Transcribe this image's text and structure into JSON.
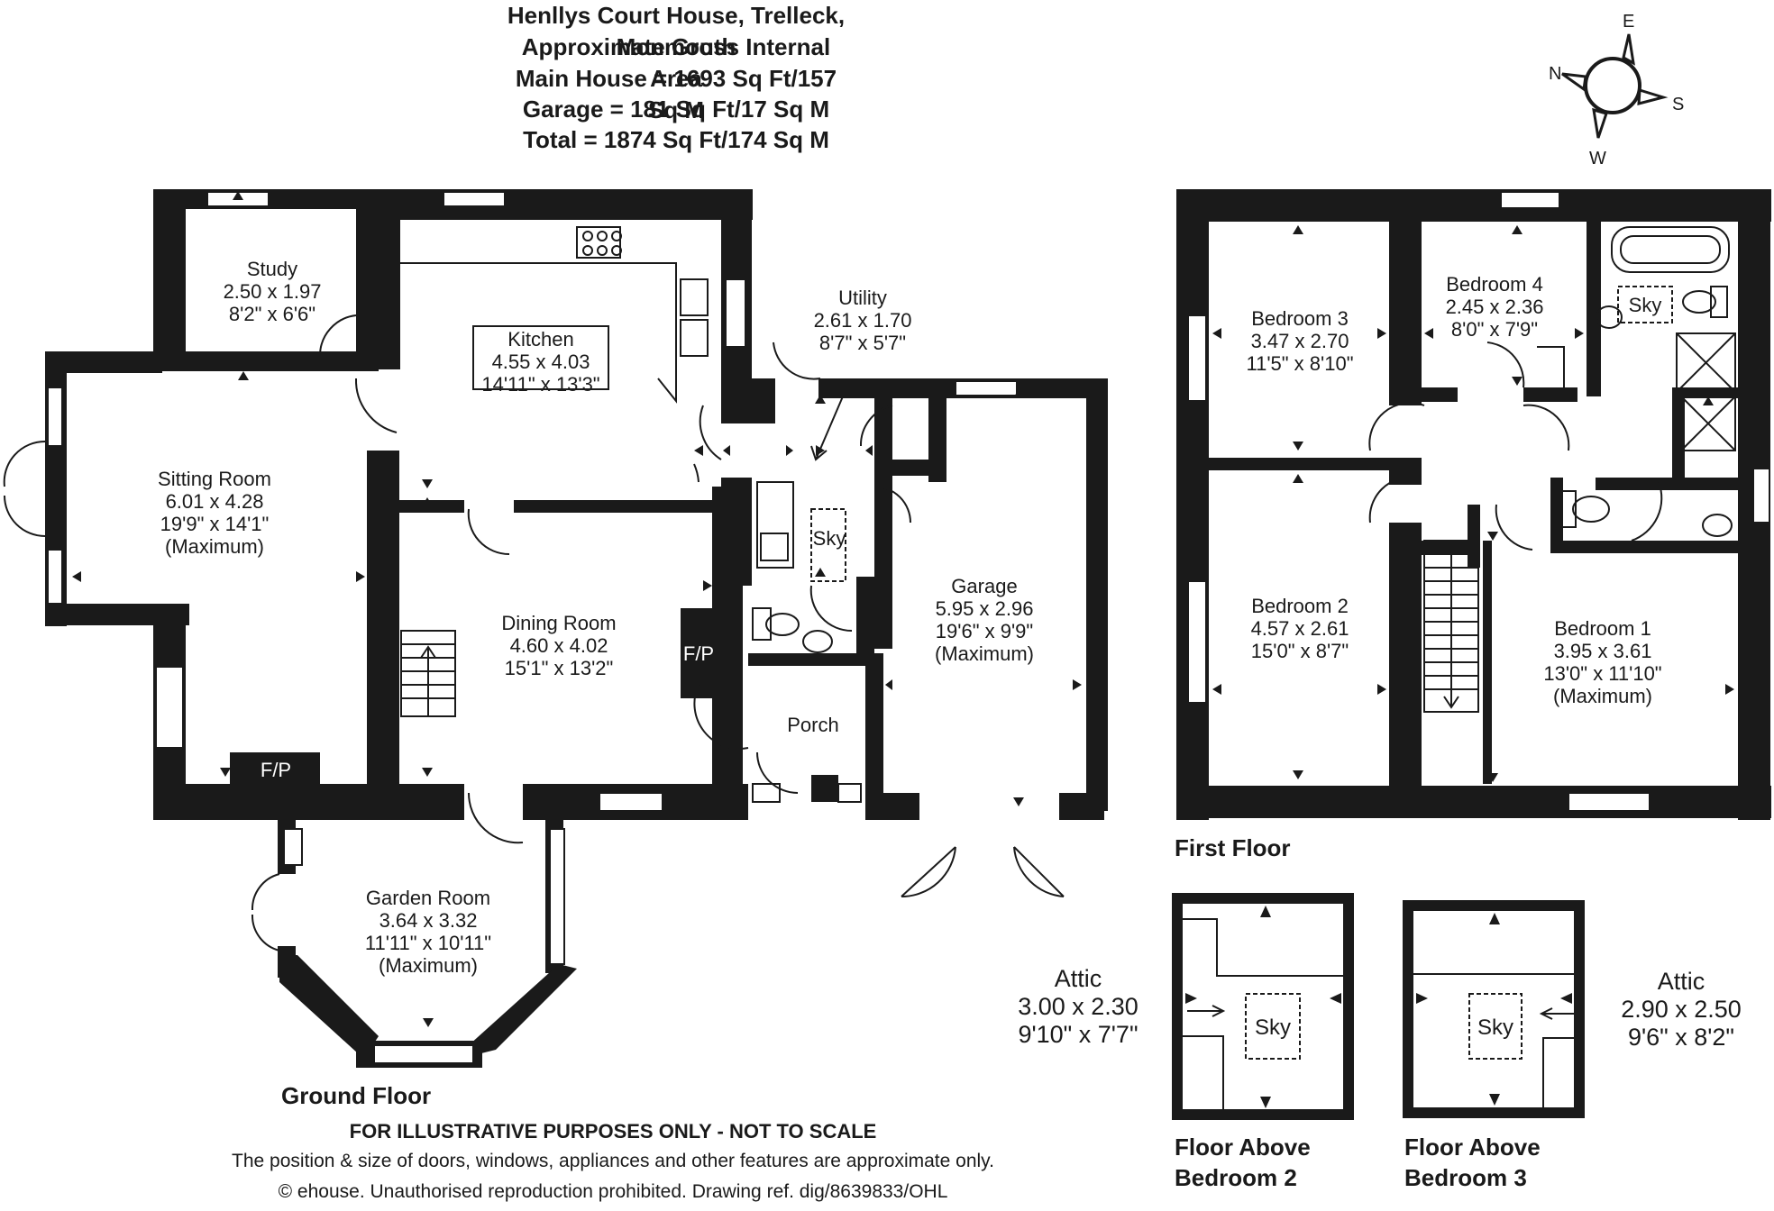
{
  "header": {
    "title": "Henllys Court House, Trelleck, Monmouth",
    "area_heading": "Approximate Gross Internal Area",
    "main_house": "Main House = 1693 Sq Ft/157 Sq M",
    "garage": "Garage = 181 Sq Ft/17 Sq M",
    "total": "Total = 1874 Sq Ft/174 Sq M"
  },
  "compass": {
    "n": "N",
    "e": "E",
    "s": "S",
    "w": "W"
  },
  "floors": {
    "ground": "Ground Floor",
    "first": "First Floor",
    "above_bed2_line1": "Floor Above",
    "above_bed2_line2": "Bedroom 2",
    "above_bed3_line1": "Floor Above",
    "above_bed3_line2": "Bedroom 3"
  },
  "rooms": {
    "study": [
      "Study",
      "2.50 x 1.97",
      "8'2\" x 6'6\""
    ],
    "kitchen": [
      "Kitchen",
      "4.55 x 4.03",
      "14'11\" x 13'3\""
    ],
    "utility": [
      "Utility",
      "2.61 x 1.70",
      "8'7\" x 5'7\""
    ],
    "sitting": [
      "Sitting Room",
      "6.01 x 4.28",
      "19'9\" x 14'1\"",
      "(Maximum)"
    ],
    "dining": [
      "Dining Room",
      "4.60 x 4.02",
      "15'1\" x 13'2\""
    ],
    "garage": [
      "Garage",
      "5.95 x 2.96",
      "19'6\" x 9'9\"",
      "(Maximum)"
    ],
    "porch": [
      "Porch"
    ],
    "garden": [
      "Garden Room",
      "3.64 x 3.32",
      "11'11\" x 10'11\"",
      "(Maximum)"
    ],
    "bed3": [
      "Bedroom 3",
      "3.47 x 2.70",
      "11'5\" x 8'10\""
    ],
    "bed4": [
      "Bedroom 4",
      "2.45 x 2.36",
      "8'0\" x 7'9\""
    ],
    "bed2": [
      "Bedroom 2",
      "4.57 x 2.61",
      "15'0\" x 8'7\""
    ],
    "bed1": [
      "Bedroom 1",
      "3.95 x 3.61",
      "13'0\" x 11'10\"",
      "(Maximum)"
    ],
    "attic1": [
      "Attic",
      "3.00 x 2.30",
      "9'10\" x 7'7\""
    ],
    "attic2": [
      "Attic",
      "2.90 x 2.50",
      "9'6\" x 8'2\""
    ]
  },
  "features": {
    "fp": "F/P",
    "sky": "Sky"
  },
  "footer": {
    "disclaimer": "FOR ILLUSTRATIVE PURPOSES ONLY - NOT TO SCALE",
    "note": "The position & size of doors, windows, appliances and other features are approximate only.",
    "copyright": "© ehouse. Unauthorised reproduction prohibited. Drawing ref. dig/8639833/OHL"
  }
}
